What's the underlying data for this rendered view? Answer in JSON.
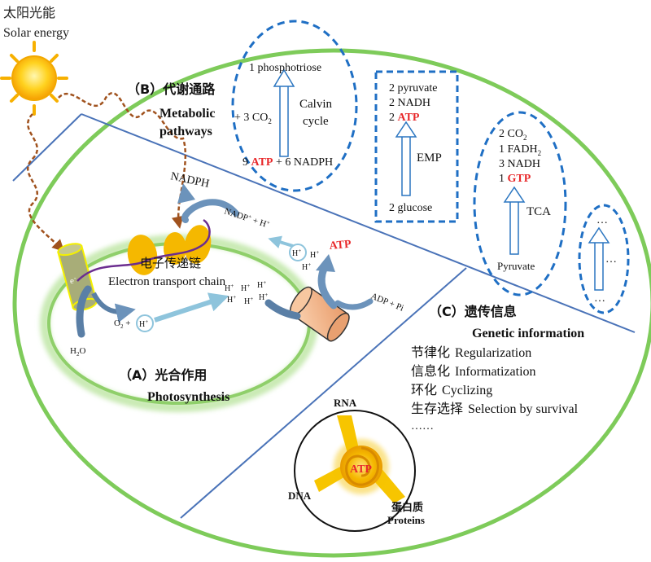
{
  "colors": {
    "cell_outer": "#7ecb5a",
    "chloroplast": "#8fcf6a",
    "divider": "#4a73b8",
    "dashed_blue": "#1f6fc4",
    "red_text": "#e8282a",
    "brown_arrow": "#a0521e",
    "orange": "#f5b800",
    "light_arrow": "#8ec4dc",
    "dark_arrow": "#5a7fa6",
    "cylinder": "#f2b48a",
    "purple": "#6b2d8f"
  },
  "solar": {
    "label_cn": "太阳光能",
    "label_en": "Solar energy"
  },
  "sections": {
    "a": {
      "label_cn": "（A）光合作用",
      "label_en": "Photosynthesis"
    },
    "b": {
      "label_cn": "（B）代谢通路",
      "label_en_1": "Metabolic",
      "label_en_2": "pathways"
    },
    "c": {
      "label_cn": "（C）遗传信息",
      "label_en": "Genetic information"
    }
  },
  "calvin": {
    "top": "1 phosphotriose",
    "left_num": "+ 3 CO",
    "left_sub": "2",
    "name_1": "Calvin",
    "name_2": "cycle",
    "bottom_pre": "9 ",
    "bottom_atp": "ATP",
    "bottom_post": " + 6 NADPH"
  },
  "emp": {
    "line1": "2 pyruvate",
    "line2": "2 NADH",
    "line3_pre": "2 ",
    "line3_atp": "ATP",
    "name": "EMP",
    "bottom": "2 glucose"
  },
  "tca": {
    "line1_pre": "2 CO",
    "line1_sub": "2",
    "line2_pre": "1 FADH",
    "line2_sub": "2",
    "line3": "3 NADH",
    "line4_pre": "1 ",
    "line4_gtp": "GTP",
    "name": "TCA",
    "bottom": "Pyruvate"
  },
  "more": {
    "top": "…",
    "right": "…",
    "bottom": "…"
  },
  "photo": {
    "nadph": "NADPH",
    "nadp_pre": "NADP",
    "nadp_sup": "+",
    "nadp_post": " + H",
    "nadp_sup2": "+",
    "atp": "ATP",
    "adp": "ADP + Pi",
    "etc_cn": "电子传递链",
    "etc_en": "Electron transport chain",
    "e_label": "e",
    "e_sup": "-",
    "o2_pre": "O",
    "o2_sub": "2",
    "o2_post": " + ",
    "h": "H",
    "h_sup": "+",
    "h2o_pre": "H",
    "h2o_sub": "2",
    "h2o_post": "O"
  },
  "genetic": {
    "items": [
      {
        "cn": "节律化",
        "en": "Regularization"
      },
      {
        "cn": "信息化",
        "en": "Informatization"
      },
      {
        "cn": "环化",
        "en": "Cyclizing"
      },
      {
        "cn": "生存选择",
        "en": "Selection by survival"
      }
    ],
    "ellipsis": "……"
  },
  "cycle": {
    "rna": "RNA",
    "dna": "DNA",
    "protein_cn": "蛋白质",
    "protein_en": "Proteins",
    "atp": "ATP"
  }
}
